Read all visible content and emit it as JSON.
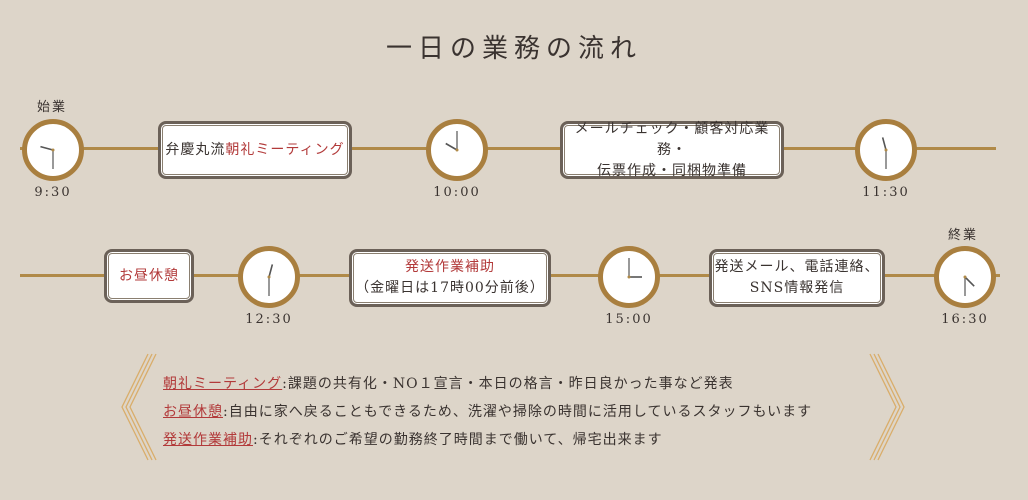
{
  "title": "一日の業務の流れ",
  "start_label": "始業",
  "end_label": "終業",
  "clocks": [
    {
      "time": "9:30",
      "h": 9,
      "m": 30
    },
    {
      "time": "10:00",
      "h": 10,
      "m": 0
    },
    {
      "time": "11:30",
      "h": 11,
      "m": 30
    },
    {
      "time": "12:30",
      "h": 12,
      "m": 30
    },
    {
      "time": "15:00",
      "h": 15,
      "m": 0
    },
    {
      "time": "16:30",
      "h": 16,
      "m": 30
    }
  ],
  "boxes": {
    "meeting": {
      "prefix": "弁慶丸流",
      "highlight": "朝礼ミーティング"
    },
    "office": {
      "line1": "メールチェック・顧客対応業務・",
      "line2": "伝票作成・同梱物準備"
    },
    "lunch": {
      "highlight": "お昼休憩"
    },
    "shipping": {
      "highlight": "発送作業補助",
      "line2": "（金曜日は17時00分前後）"
    },
    "closing": {
      "line1": "発送メール、電話連絡、",
      "line2": "SNS情報発信"
    }
  },
  "notes": [
    {
      "term": "朝礼ミーティング",
      "text": ":課題の共有化・NO１宣言・本日の格言・昨日良かった事など発表"
    },
    {
      "term": "お昼休憩",
      "text": ":自由に家へ戻ることもできるため、洗濯や掃除の時間に活用しているスタッフもいます"
    },
    {
      "term": "発送作業補助",
      "text": ":それぞれのご希望の勤務終了時間まで働いて、帰宅出来ます"
    }
  ]
}
